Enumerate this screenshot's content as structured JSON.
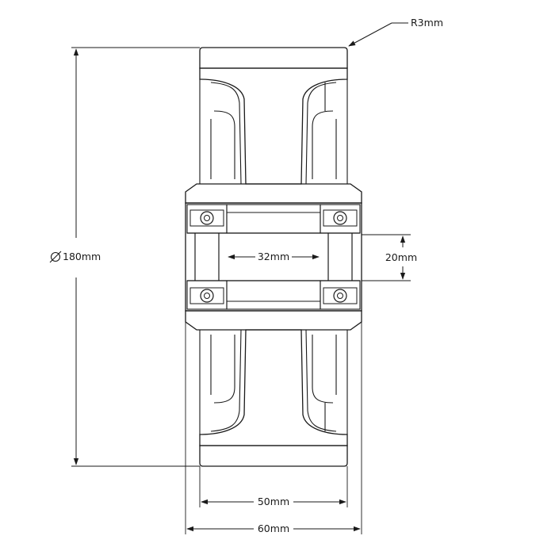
{
  "labels": {
    "corner_radius": "R3mm",
    "diameter": "180mm",
    "bore_length": "32mm",
    "bore_diameter": "20mm",
    "tread_width": "50mm",
    "overall_width": "60mm"
  },
  "icons": {
    "diameter_symbol": "diameter-symbol-icon"
  },
  "colors": {
    "line": "#1a1a1a",
    "background": "#ffffff"
  }
}
